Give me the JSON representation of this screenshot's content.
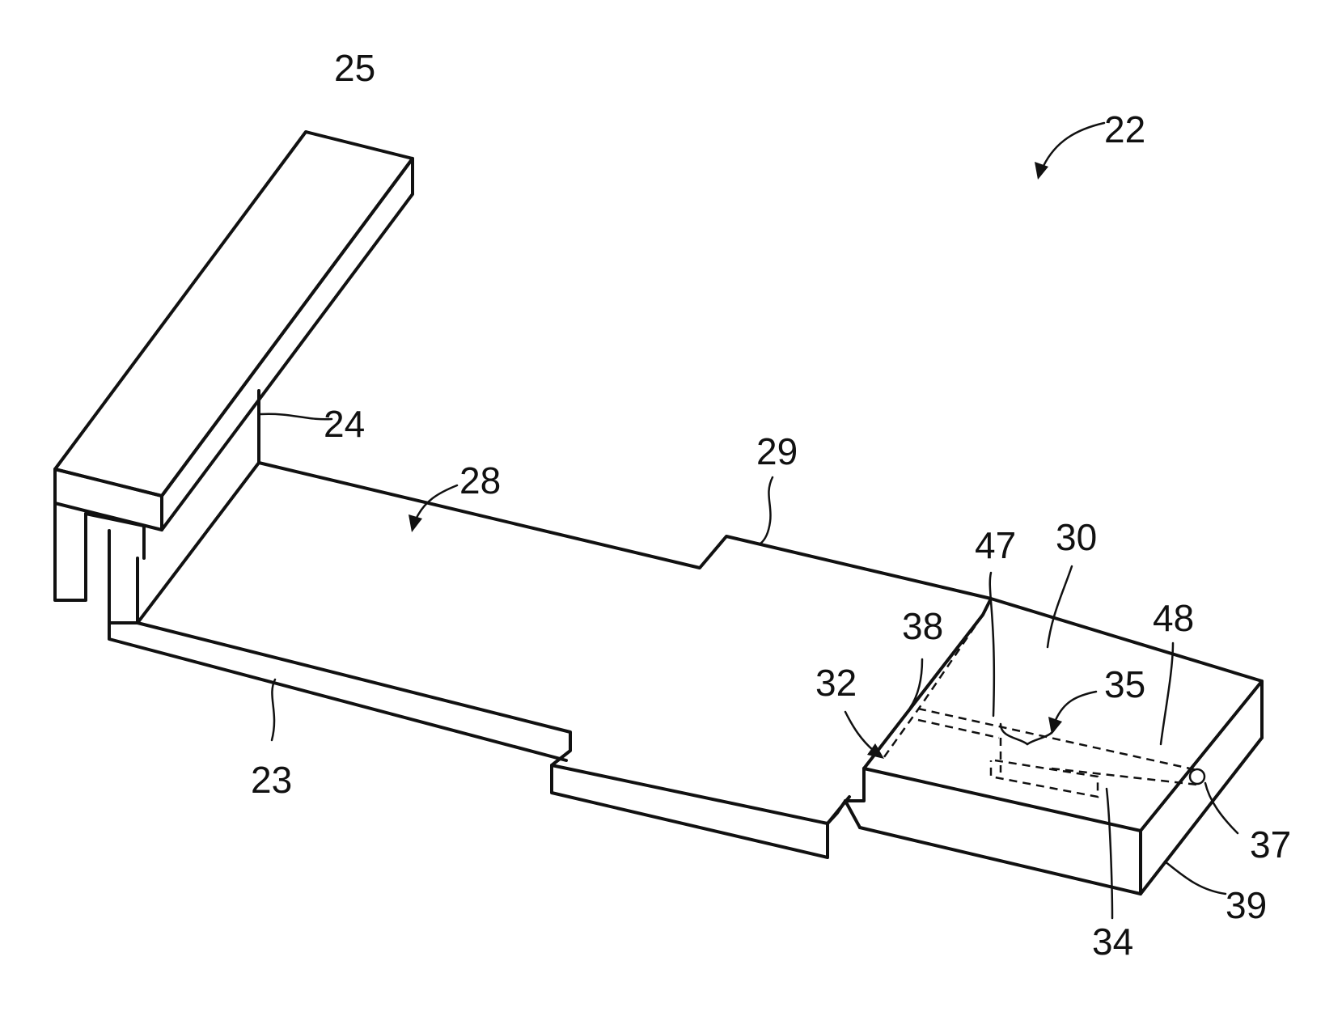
{
  "figure_ref": "22",
  "labels": {
    "l25": "25",
    "l22": "22",
    "l24": "24",
    "l28": "28",
    "l29": "29",
    "l47": "47",
    "l30": "30",
    "l38": "38",
    "l48": "48",
    "l32": "32",
    "l35": "35",
    "l23": "23",
    "l37": "37",
    "l34": "34",
    "l39": "39"
  },
  "line_color": "#111111"
}
